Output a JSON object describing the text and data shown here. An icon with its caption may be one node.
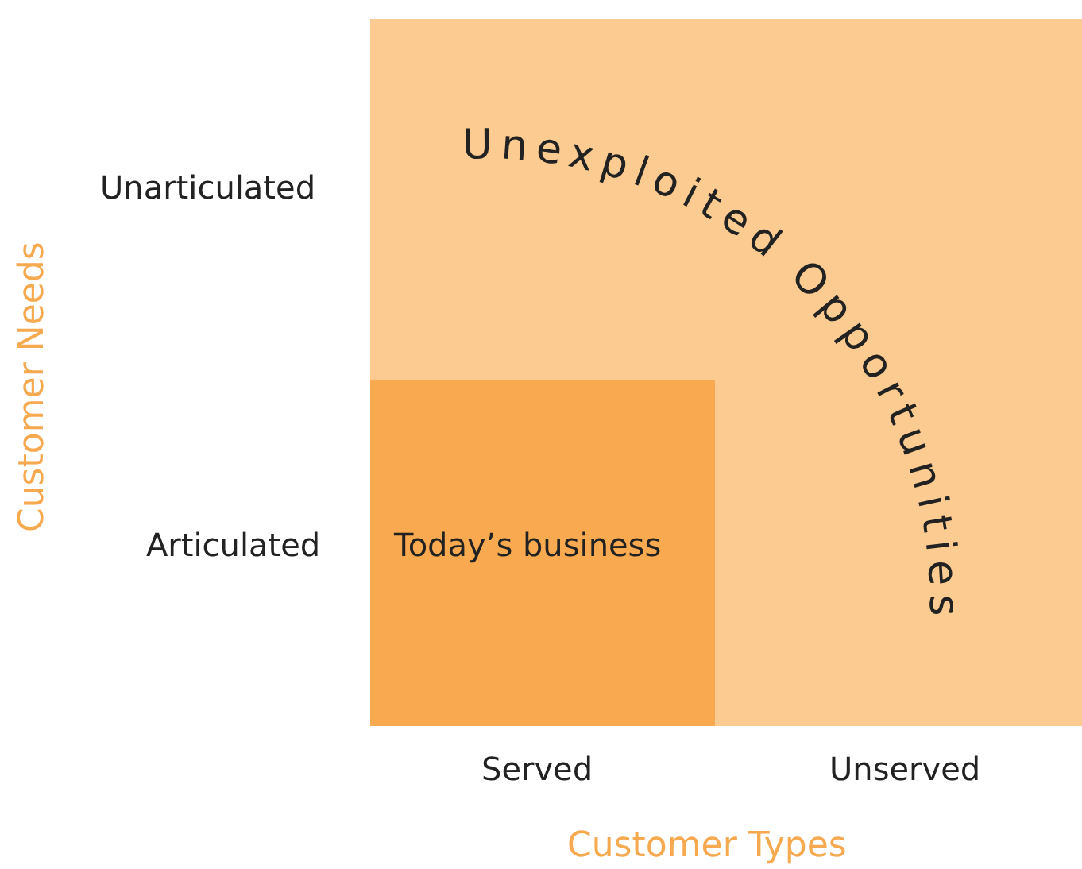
{
  "diagram": {
    "nodes": [
      {
        "text": [
          "Unexploited Opportunities"
        ]
      },
      {
        "text": [
          "Today’s business"
        ],
        "in": 0
      }
    ],
    "edges": [],
    "labels": [
      "Unarticulated",
      "Customer Needs",
      "Articulated",
      "Served",
      "Unserved",
      "Customer Types"
    ]
  }
}
